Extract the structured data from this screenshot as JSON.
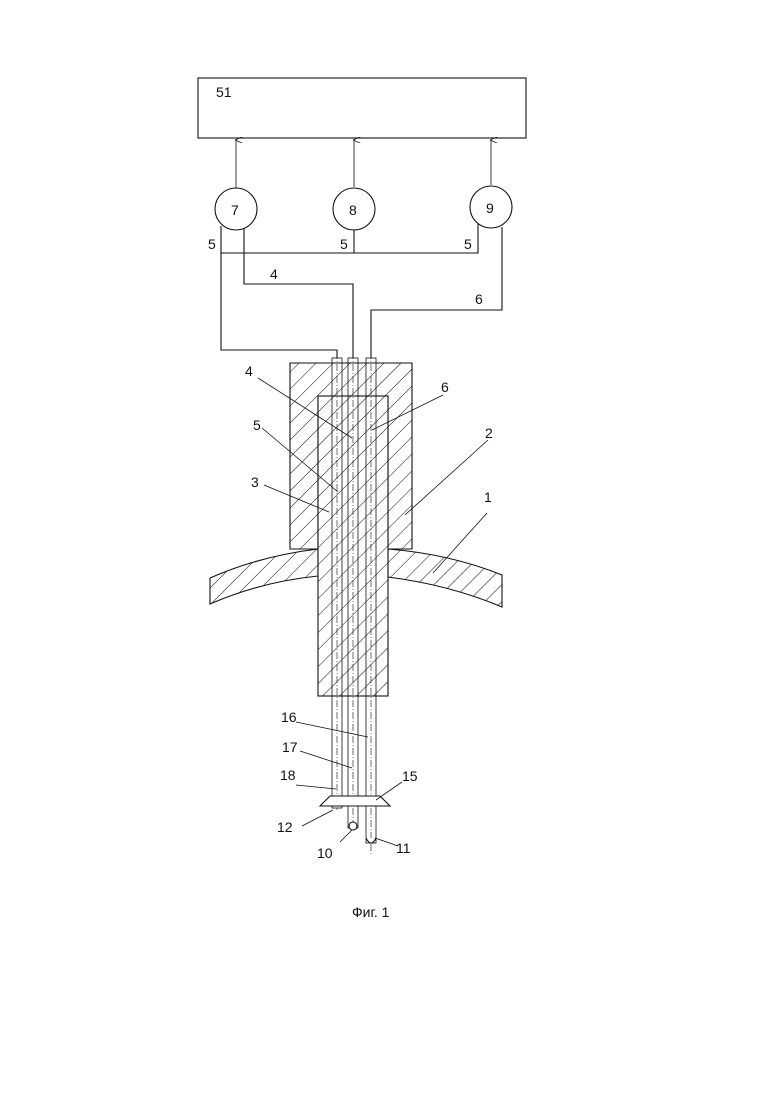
{
  "figure": {
    "caption": "Фиг. 1",
    "block_label": "51",
    "sensor_labels": [
      "7",
      "8",
      "9"
    ],
    "lead_labels": {
      "left_5": "5",
      "mid_5": "5",
      "right_5": "5",
      "wire_4": "4",
      "wire_6": "6"
    },
    "callouts": {
      "c4": "4",
      "c6": "6",
      "c5": "5",
      "c2": "2",
      "c3": "3",
      "c1": "1",
      "c16": "16",
      "c17": "17",
      "c18": "18",
      "c15": "15",
      "c12": "12",
      "c10": "10",
      "c11": "11"
    }
  }
}
